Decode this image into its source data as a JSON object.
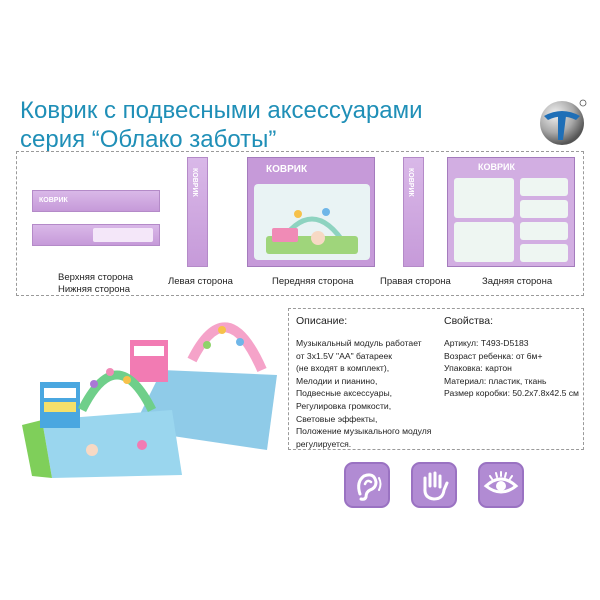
{
  "title": {
    "line1": "Коврик с подвесными аксессуарами",
    "line2": "серия “Облако заботы”"
  },
  "box_views": [
    {
      "id": "top-bottom",
      "caption_lines": [
        "Верхняя сторона",
        "Нижняя сторона"
      ]
    },
    {
      "id": "left",
      "caption_lines": [
        "Левая сторона"
      ]
    },
    {
      "id": "front",
      "caption_lines": [
        "Передняя сторона"
      ]
    },
    {
      "id": "right",
      "caption_lines": [
        "Правая сторона"
      ]
    },
    {
      "id": "back",
      "caption_lines": [
        "Задняя сторона"
      ]
    }
  ],
  "box_brand": "КОВРИК",
  "description": {
    "heading": "Описание:",
    "lines": [
      "Музыкальный модуль работает",
      "от 3x1.5V \"AA\" батареек",
      "(не входят в комплект),",
      "Мелодии и пианино,",
      "Подвесные аксессуары,",
      "Регулировка громкости,",
      "Световые эффекты,",
      "Положение музыкального модуля",
      "регулируется."
    ]
  },
  "properties": {
    "heading": "Свойства:",
    "lines": [
      "Артикул: T493-D5183",
      "Возраст ребенка: от 6м+",
      "Упаковка: картон",
      "Материал: пластик, ткань",
      "Размер коробки: 50.2x7.8x42.5 см"
    ]
  },
  "feature_icons": [
    "hearing-icon",
    "hand-touch-icon",
    "eye-vision-icon"
  ],
  "colors": {
    "title": "#1f8fb7",
    "box_purple": "#c69ad9",
    "icon_tile": "#b18bd3"
  }
}
